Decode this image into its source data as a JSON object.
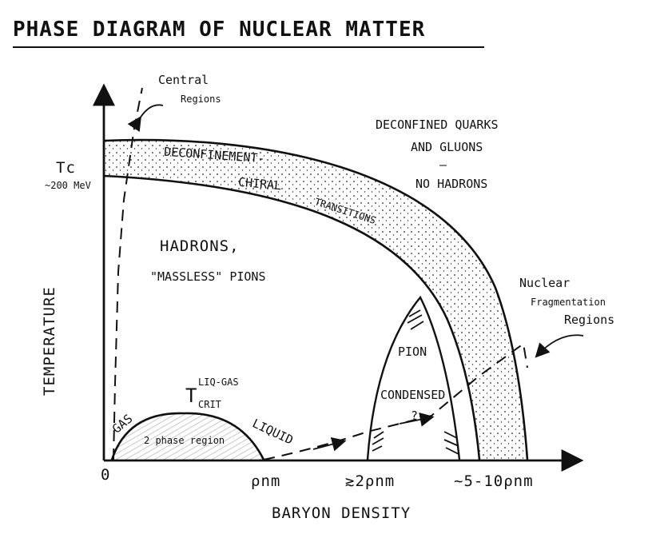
{
  "title": "PHASE DIAGRAM OF NUCLEAR MATTER",
  "axes": {
    "x_label": "BARYON DENSITY",
    "y_label": "TEMPERATURE",
    "origin": "0",
    "x_ticks": [
      "ρnm",
      "≳2ρnm",
      "~5-10ρnm"
    ],
    "y_tick_main": "Tc",
    "y_tick_sub": "~200 MeV"
  },
  "regions": {
    "deconfined_line1": "DECONFINED QUARKS",
    "deconfined_line2": "AND GLUONS",
    "deconfined_dash": "—",
    "deconfined_line3": "NO HADRONS",
    "transition_line1": "DECONFINEMENT-",
    "transition_line2": "CHIRAL",
    "transition_line3": "TRANSITIONS",
    "hadrons_line1": "HADRONS,",
    "hadrons_line2": "\"MASSLESS\" PIONS",
    "pion_line1": "PION",
    "pion_line2": "CONDENSED",
    "question": "?",
    "gas": "GAS",
    "liquid": "LIQUID",
    "two_phase": "2 phase region",
    "tcrit_main": "T",
    "tcrit_sup": "LIQ-GAS",
    "tcrit_sub": "CRIT"
  },
  "annotations": {
    "central_line1": "Central",
    "central_line2": "Regions",
    "nuclear_line1": "Nuclear",
    "nuclear_line2": "Fragmentation",
    "nuclear_line3": "Regions"
  }
}
